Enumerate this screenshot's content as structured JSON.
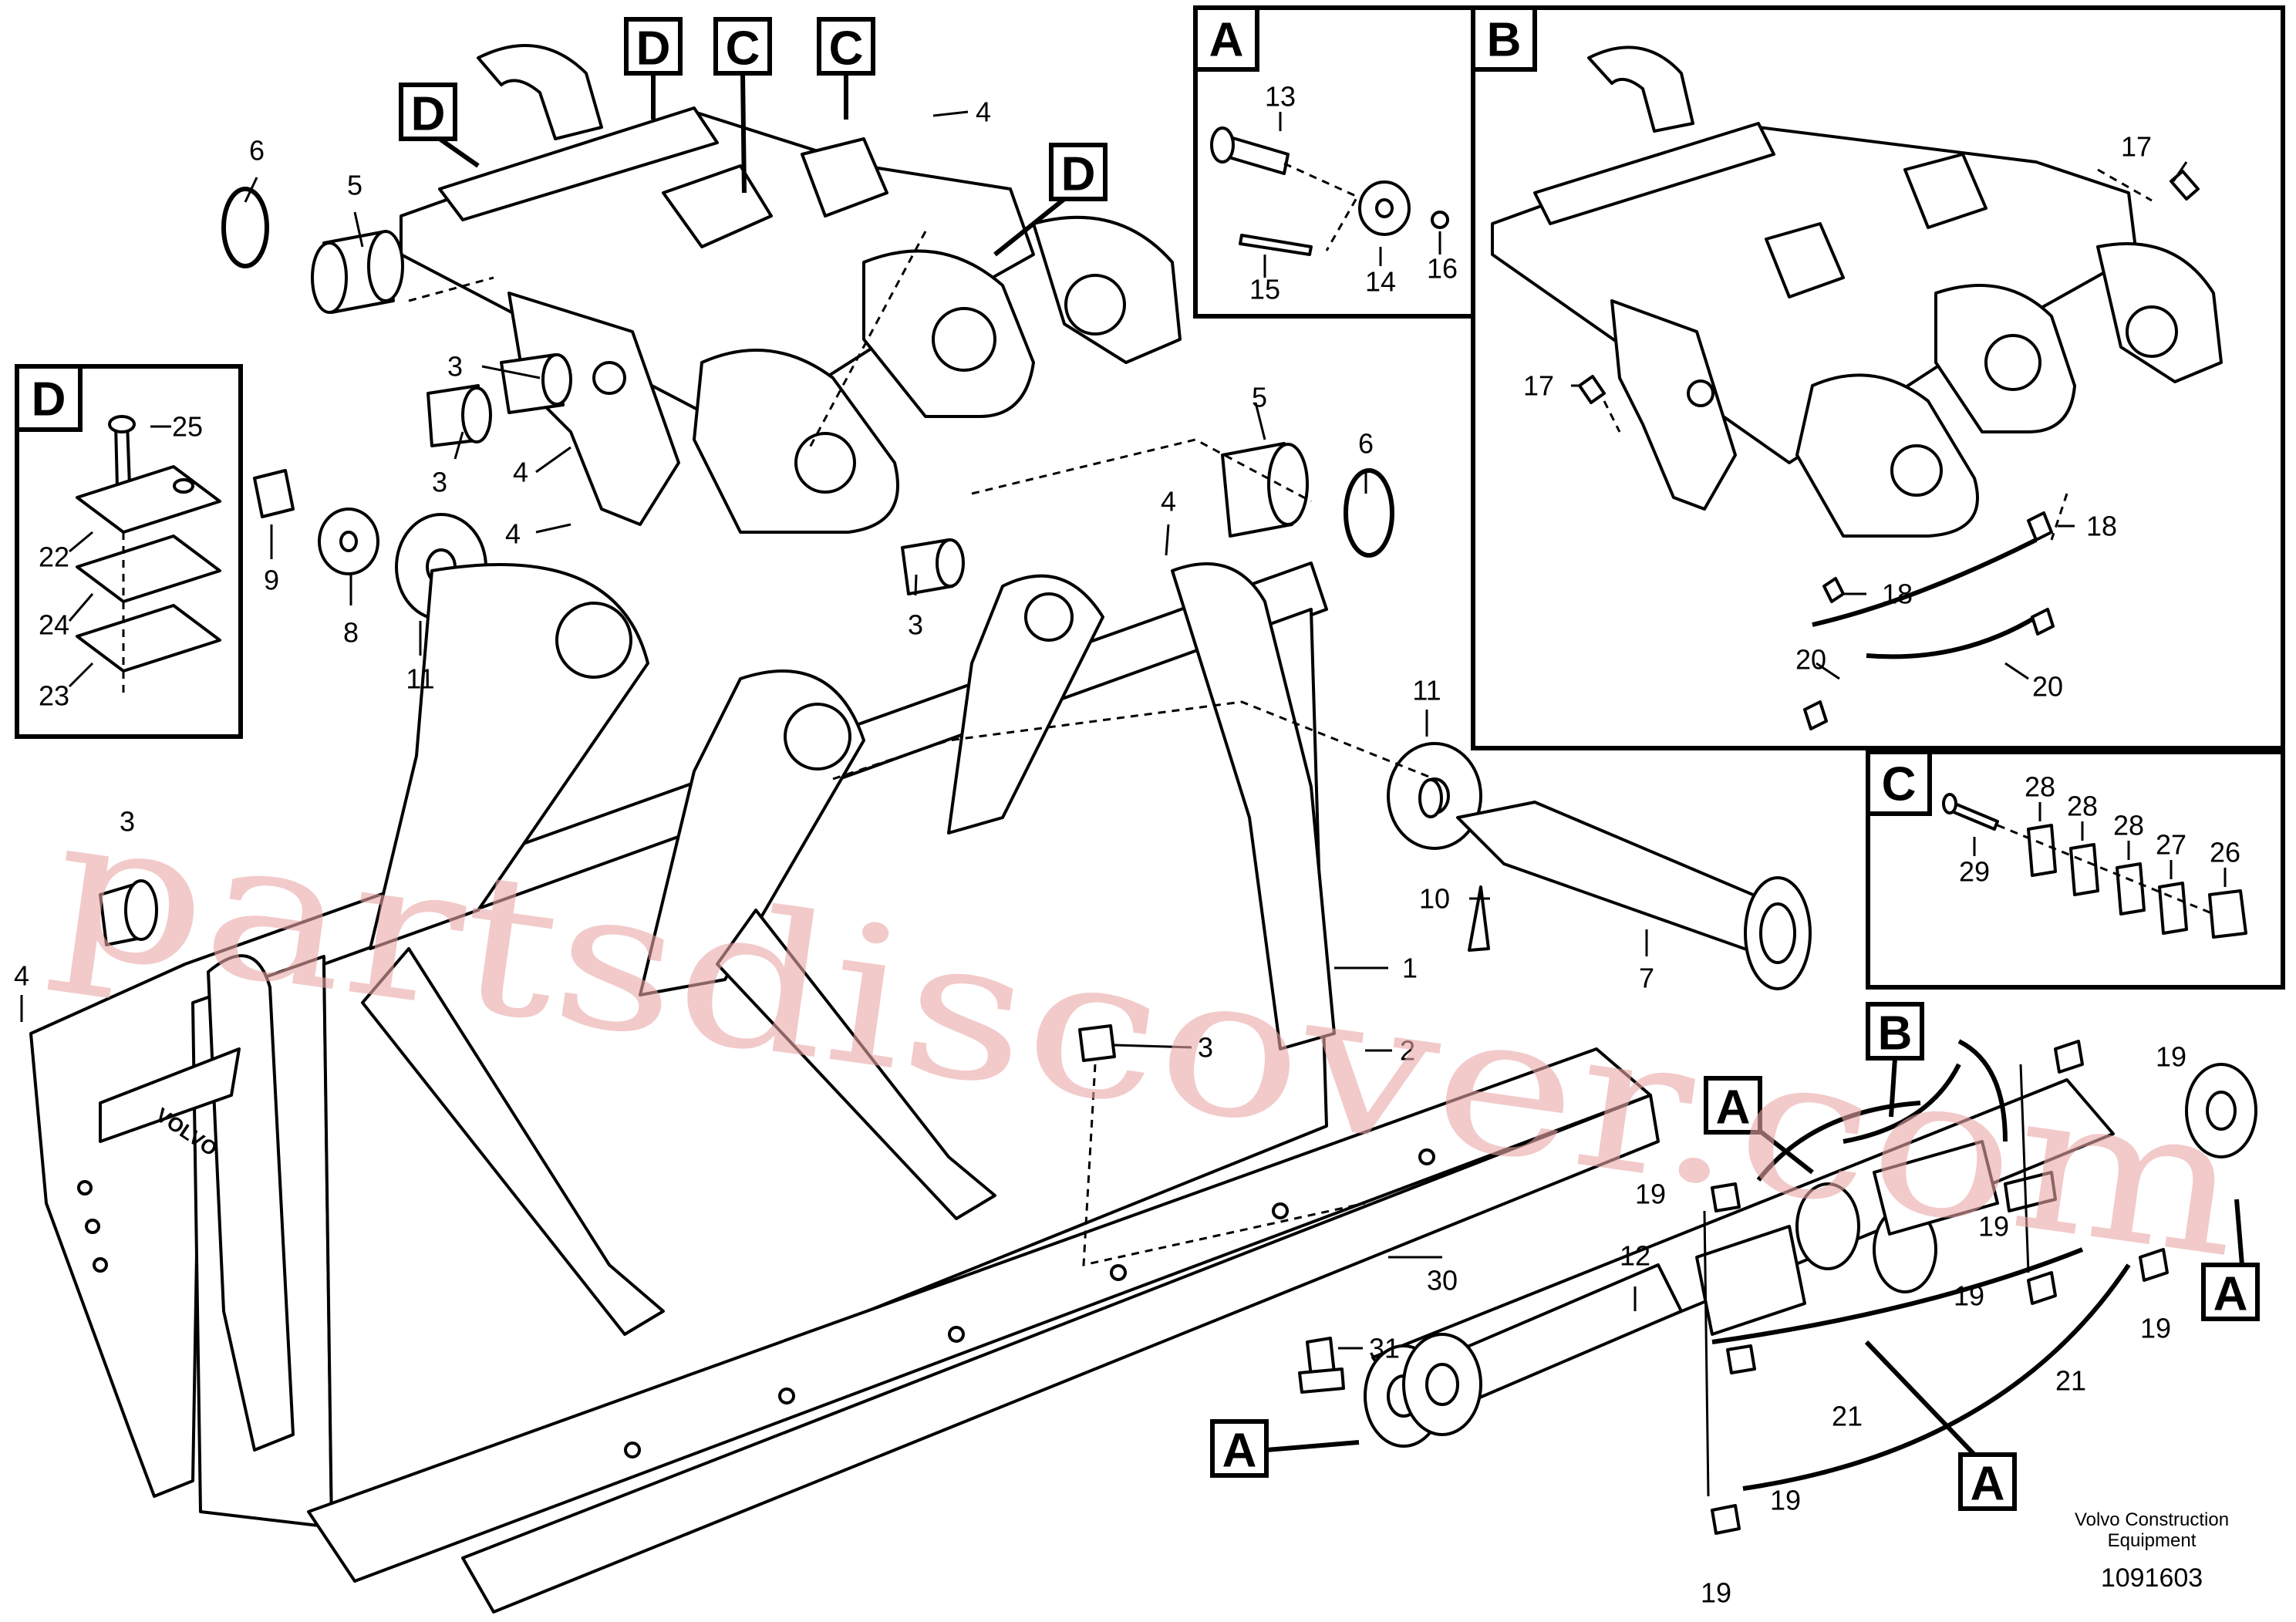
{
  "watermark": "partsdiscover.com",
  "footer": {
    "company_line1": "Volvo Construction",
    "company_line2": "Equipment",
    "drawing_number": "1091603"
  },
  "brand_plate": "VOLVO",
  "detail_views": {
    "A": {
      "title": "A",
      "parts": [
        "13",
        "14",
        "15",
        "16"
      ]
    },
    "B": {
      "title": "B",
      "parts": [
        "17",
        "17",
        "18",
        "18",
        "20",
        "20"
      ]
    },
    "C": {
      "title": "C",
      "parts": [
        "28",
        "28",
        "28",
        "27",
        "26",
        "29"
      ]
    },
    "D": {
      "title": "D",
      "parts": [
        "25",
        "22",
        "24",
        "23"
      ]
    }
  },
  "view_markers": [
    "D",
    "D",
    "C",
    "C",
    "D",
    "B",
    "A",
    "A",
    "A",
    "A"
  ],
  "callouts_main": [
    "6",
    "5",
    "4",
    "3",
    "3",
    "4",
    "4",
    "9",
    "8",
    "11",
    "5",
    "6",
    "4",
    "3",
    "11",
    "10",
    "7",
    "1",
    "3",
    "2",
    "3",
    "4",
    "30",
    "31",
    "12",
    "19",
    "19",
    "19",
    "19",
    "19",
    "19",
    "21",
    "21",
    "19"
  ]
}
